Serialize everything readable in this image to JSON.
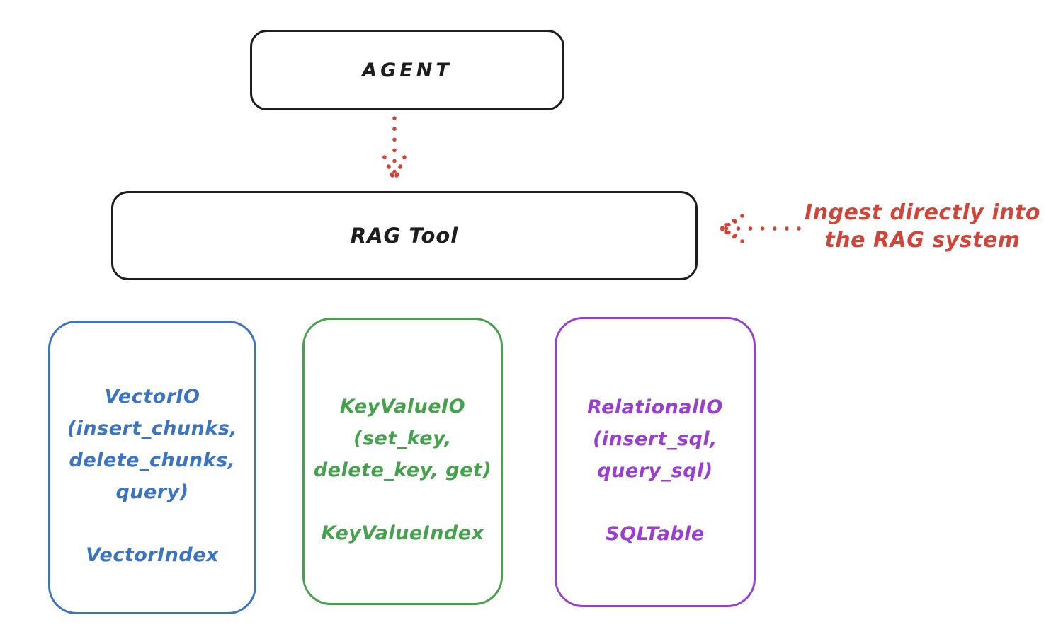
{
  "diagram": {
    "background_color": "#ffffff",
    "agent_box": {
      "label": "AGENT",
      "border_color": "#1e1e1e"
    },
    "rag_tool_box": {
      "label": "RAG Tool",
      "border_color": "#1e1e1e"
    },
    "agent_to_rag_arrow": {
      "icon": "dotted-arrow-down-icon",
      "color": "#cf4539"
    },
    "ingest_annotation": {
      "line1": "Ingest directly into",
      "line2": "the RAG system",
      "color": "#cf4539",
      "arrow_icon": "dotted-arrow-left-icon"
    },
    "io_boxes": [
      {
        "name": "vector-io",
        "color": "#3b74c3",
        "lines": [
          "VectorIO",
          "(insert_chunks,",
          "delete_chunks,",
          "query)"
        ],
        "index_label": "VectorIndex"
      },
      {
        "name": "keyvalue-io",
        "color": "#46a14d",
        "lines": [
          "KeyValueIO",
          "(set_key,",
          "delete_key, get)"
        ],
        "index_label": "KeyValueIndex"
      },
      {
        "name": "relational-io",
        "color": "#9a3ed0",
        "lines": [
          "RelationalIO",
          "(insert_sql,",
          "query_sql)"
        ],
        "index_label": "SQLTable"
      }
    ]
  }
}
